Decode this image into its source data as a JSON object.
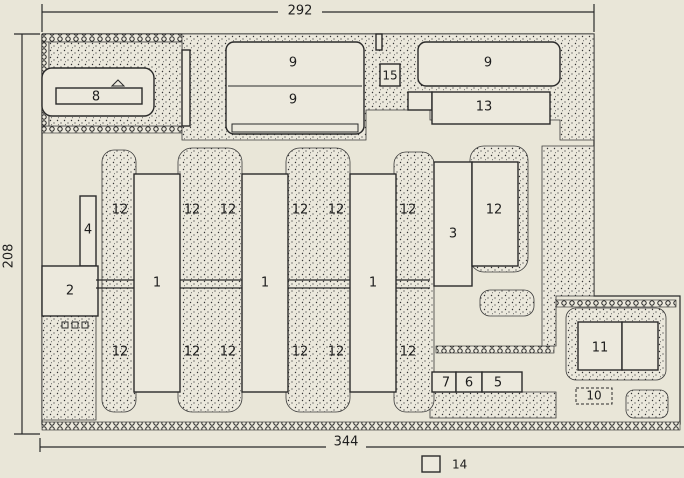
{
  "dimensions": {
    "top_width": "292",
    "bottom_width": "344",
    "left_height": "208"
  },
  "labels": {
    "1": "1",
    "2": "2",
    "3": "3",
    "4": "4",
    "5": "5",
    "6": "6",
    "7": "7",
    "8": "8",
    "9": "9",
    "10": "10",
    "11": "11",
    "12": "12",
    "13": "13",
    "14": "14",
    "15": "15"
  },
  "colors": {
    "paper": "#e9e6d8",
    "ink": "#2a2a2a"
  }
}
